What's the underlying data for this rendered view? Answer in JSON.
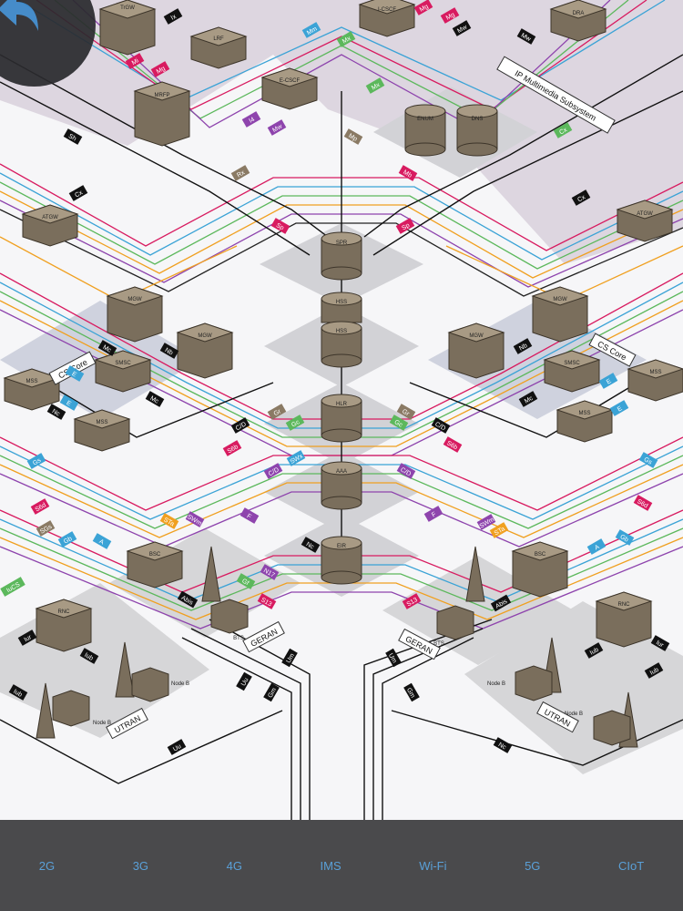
{
  "navigation": {
    "back_icon": "back-arrow-icon",
    "tabs": [
      "2G",
      "3G",
      "4G",
      "IMS",
      "Wi-Fi",
      "5G",
      "CIoT"
    ]
  },
  "colors": {
    "tab_text": "#5aa0d8",
    "bottom_bar": "#4a4a4c",
    "back_button": "#2a2a2e",
    "back_arrow": "#3a86c8",
    "node_box": "#7a6e5c",
    "zone": "#d9d9dc",
    "ims_zone": "#ddd6e0"
  },
  "regions": {
    "ims": "IP Multimedia Subsystem",
    "cs_core_left": "CS Core",
    "cs_core_right": "CS Core",
    "geran_left": "GERAN",
    "geran_right": "GERAN",
    "utran_left": "UTRAN",
    "utran_right": "UTRAN"
  },
  "nodes": {
    "trgw": "TrGW",
    "lrf": "LRF",
    "icscf": "I-CSCF",
    "ecscf": "E-CSCF",
    "mrfp": "MRFP",
    "dra": "DRA",
    "enum": "ENUM",
    "dns": "DNS",
    "atgw_left": "ATGW",
    "atgw_right": "ATGW",
    "mgw_l1": "MGW",
    "mgw_l2": "MGW",
    "smsc_left": "SMSC",
    "mss_l1": "MSS",
    "mss_l2": "MSS",
    "mgw_r1": "MGW",
    "mgw_r2": "MGW",
    "smsc_right": "SMSC",
    "mss_r1": "MSS",
    "mss_r2": "MSS",
    "spr": "SPR",
    "hss1": "HSS",
    "hss2": "HSS",
    "hlr": "HLR",
    "aaa": "AAA",
    "eir": "EIR",
    "bsc_left": "BSC",
    "bsc_right": "BSC",
    "rnc_left": "RNC",
    "rnc_right": "RNC",
    "bts_left": "BTS",
    "bts_right": "BTS",
    "nodeb_l1": "Node B",
    "nodeb_l2": "Node B",
    "nodeb_r1": "Node B",
    "nodeb_r2": "Node B"
  },
  "interfaces": {
    "ix": "Ix",
    "mg1": "Mg",
    "mg2": "Mg",
    "mg3": "Mg",
    "mi": "Mi",
    "mm": "Mm",
    "mx1": "Mx",
    "mx2": "Mx",
    "mw1": "Mw",
    "mw2": "Mw",
    "mw3": "Mw",
    "mb": "Mb",
    "mp": "Mp",
    "i4": "I4",
    "cx1": "Cx",
    "cx2": "Cx",
    "cx3": "Cx",
    "sh": "Sh",
    "sp1": "Sp",
    "sp2": "Sp",
    "rx": "Rx",
    "gr1": "Gr",
    "gr2": "Gr",
    "gc1": "Gc",
    "gc2": "Gc",
    "cd1": "C/D",
    "cd2": "C/D",
    "cd3": "C/D",
    "cd4": "C/D",
    "s6b1": "S6b",
    "s6b2": "S6b",
    "swx": "SWx",
    "swm1": "SWm",
    "swm2": "SWm",
    "sta1": "STa",
    "sta2": "STa",
    "f1": "F",
    "f2": "F",
    "s13a": "S13",
    "s13b": "S13",
    "n17": "N17",
    "nc1": "Nc",
    "nc2": "Nc",
    "nc3": "Nc",
    "nb1": "Nb",
    "nb2": "Nb",
    "mc1": "Mc",
    "mc2": "Mc",
    "mc3": "Mc",
    "e1": "E",
    "e2": "E",
    "e3": "E",
    "e4": "E",
    "gs1": "Gs",
    "gs2": "Gs",
    "s6d1": "S6d",
    "s6d2": "S6d",
    "sgs": "SGs",
    "a1": "A",
    "a2": "A",
    "gb1": "Gb",
    "gb2": "Gb",
    "gf": "Gf",
    "iucs": "IuCS",
    "abis1": "Abis",
    "abis2": "Abis",
    "iur1": "Iur",
    "iur2": "Iur",
    "iub1": "Iub",
    "iub2": "Iub",
    "iub3": "Iub",
    "iub4": "Iub",
    "um1": "Um",
    "um2": "Um",
    "uu1": "Uu",
    "uu2": "Uu",
    "gm1": "Gm",
    "gm2": "Gm"
  }
}
